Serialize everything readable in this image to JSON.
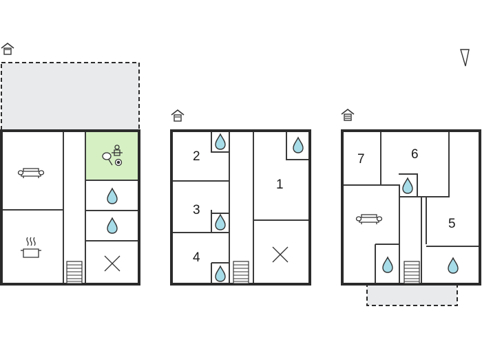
{
  "colors": {
    "wall": "#2b2b2b",
    "inner_wall": "#3a3a3a",
    "terrace": "#e8eaec",
    "activity_room": "#d6f0c4",
    "water_drop": "#a6dce8",
    "icon_stroke": "#333333"
  },
  "orientation": {
    "icon": "north-arrow-triangle-icon"
  },
  "floors": [
    {
      "name": "floor-ground",
      "icon": "house-level-ground-icon",
      "rooms": [
        {
          "type": "living-room",
          "icon": "sofa-icon"
        },
        {
          "type": "kitchen",
          "icon": "cooking-pot-icon"
        },
        {
          "type": "hallway",
          "icon": "staircase-icon"
        },
        {
          "type": "activity-room",
          "icon": "table-football-pingpong-billiard-icon"
        },
        {
          "type": "bathroom",
          "icon": "water-drop-icon"
        },
        {
          "type": "bathroom",
          "icon": "water-drop-icon"
        },
        {
          "type": "utility",
          "icon": "cross-icon"
        },
        {
          "type": "terrace",
          "icon": ""
        }
      ]
    },
    {
      "name": "floor-first",
      "icon": "house-level-first-icon",
      "rooms": [
        {
          "type": "bedroom",
          "label": "2"
        },
        {
          "type": "bedroom",
          "label": "3"
        },
        {
          "type": "bedroom",
          "label": "4"
        },
        {
          "type": "bedroom",
          "label": "1"
        },
        {
          "type": "utility",
          "icon": "cross-icon"
        }
      ]
    },
    {
      "name": "floor-second",
      "icon": "house-level-second-icon",
      "rooms": [
        {
          "type": "bedroom",
          "label": "7"
        },
        {
          "type": "bedroom",
          "label": "6"
        },
        {
          "type": "bedroom",
          "label": "5"
        },
        {
          "type": "living-room",
          "icon": "sofa-icon"
        },
        {
          "type": "balcony",
          "icon": ""
        }
      ]
    }
  ]
}
